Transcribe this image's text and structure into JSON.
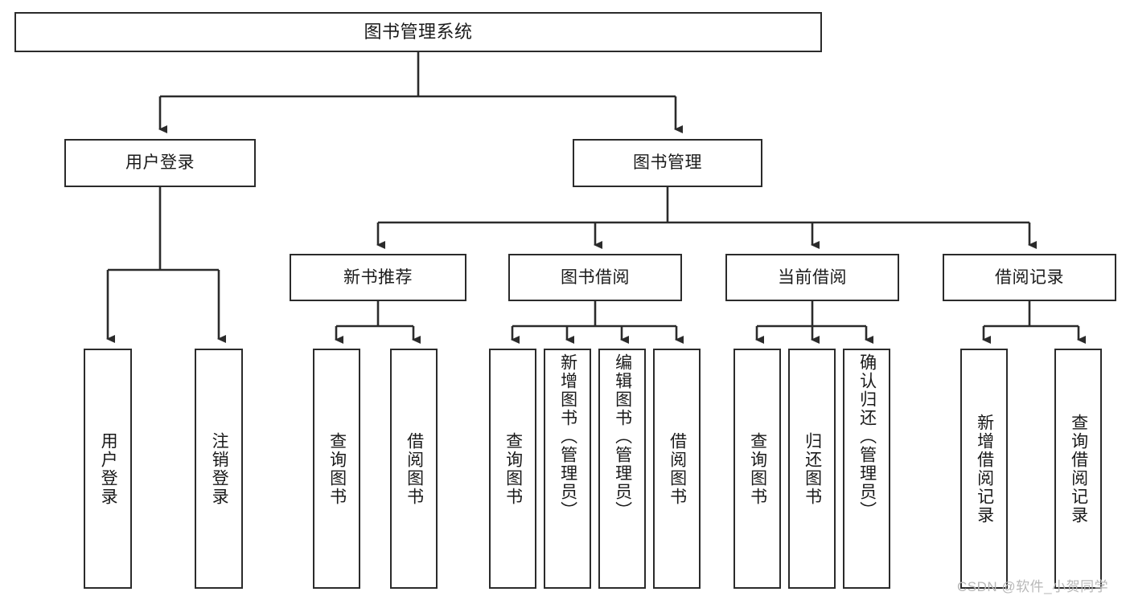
{
  "diagram": {
    "title": "图书管理系统",
    "type": "tree-hierarchy-chart",
    "root": {
      "label": "图书管理系统"
    },
    "level1": [
      {
        "label": "用户登录"
      },
      {
        "label": "图书管理"
      }
    ],
    "level2": [
      {
        "label": "新书推荐"
      },
      {
        "label": "图书借阅"
      },
      {
        "label": "当前借阅"
      },
      {
        "label": "借阅记录"
      }
    ],
    "leaves": {
      "user_login": [
        {
          "label": "用户登录"
        },
        {
          "label": "注销登录"
        }
      ],
      "new_book_recommend": [
        {
          "label": "查询图书"
        },
        {
          "label": "借阅图书"
        }
      ],
      "book_borrow": [
        {
          "label": "查询图书"
        },
        {
          "label": "新增图书（管理员）"
        },
        {
          "label": "编辑图书（管理员）"
        },
        {
          "label": "借阅图书"
        }
      ],
      "current_borrow": [
        {
          "label": "查询图书"
        },
        {
          "label": "归还图书"
        },
        {
          "label": "确认归还（管理员）"
        }
      ],
      "borrow_record": [
        {
          "label": "新增借阅记录"
        },
        {
          "label": "查询借阅记录"
        }
      ]
    }
  },
  "watermark": {
    "text": "CSDN @软件_小贺同学"
  },
  "colors": {
    "stroke": "#2b2b2b",
    "background": "#ffffff",
    "text": "#1a1a1a",
    "watermark": "#b8b8b8"
  }
}
